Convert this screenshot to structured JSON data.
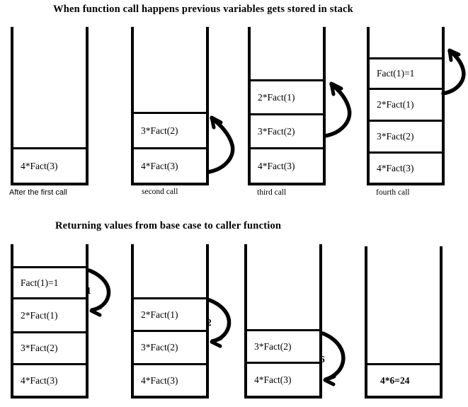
{
  "diagram": {
    "sections": [
      {
        "id": "push-phase",
        "title": "When function call happens previous variables gets stored in stack",
        "stacks": [
          {
            "caption": "After the first call",
            "frames": [
              "4*Fact(3)"
            ],
            "arrow": null
          },
          {
            "caption": "second call",
            "frames": [
              "3*Fact(2)",
              "4*Fact(3)"
            ],
            "arrow": {
              "direction": "up",
              "label": ""
            }
          },
          {
            "caption": "third call",
            "frames": [
              "2*Fact(1)",
              "3*Fact(2)",
              "4*Fact(3)"
            ],
            "arrow": {
              "direction": "up",
              "label": ""
            }
          },
          {
            "caption": "fourth call",
            "frames": [
              "Fact(1)=1",
              "2*Fact(1)",
              "3*Fact(2)",
              "4*Fact(3)"
            ],
            "arrow": {
              "direction": "up",
              "label": ""
            }
          }
        ]
      },
      {
        "id": "return-phase",
        "title": "Returning values from base case to caller function",
        "stacks": [
          {
            "caption": "",
            "frames": [
              "Fact(1)=1",
              "2*Fact(1)",
              "3*Fact(2)",
              "4*Fact(3)"
            ],
            "arrow": {
              "direction": "down",
              "label": "1"
            }
          },
          {
            "caption": "",
            "frames": [
              "2*Fact(1)",
              "3*Fact(2)",
              "4*Fact(3)"
            ],
            "arrow": {
              "direction": "down",
              "label": "2"
            }
          },
          {
            "caption": "",
            "frames": [
              "3*Fact(2)",
              "4*Fact(3)"
            ],
            "arrow": {
              "direction": "down",
              "label": "6"
            }
          },
          {
            "caption": "",
            "frames": [
              "4*6=24"
            ],
            "arrow": null
          }
        ]
      }
    ]
  },
  "colors": {
    "ink": "#000000",
    "background": "#ffffff"
  }
}
